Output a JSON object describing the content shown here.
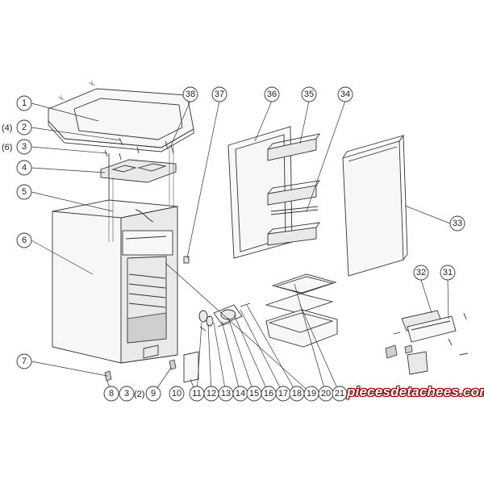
{
  "diagram": {
    "callouts": [
      {
        "id": "c1",
        "label": "1"
      },
      {
        "id": "c2",
        "label": "2"
      },
      {
        "id": "c3",
        "label": "3"
      },
      {
        "id": "c4",
        "label": "4"
      },
      {
        "id": "c5",
        "label": "5"
      },
      {
        "id": "c6",
        "label": "6"
      },
      {
        "id": "c7",
        "label": "7"
      },
      {
        "id": "c8",
        "label": "8"
      },
      {
        "id": "c3b",
        "label": "3"
      },
      {
        "id": "c9",
        "label": "9"
      },
      {
        "id": "c10",
        "label": "10"
      },
      {
        "id": "c11",
        "label": "11"
      },
      {
        "id": "c12",
        "label": "12"
      },
      {
        "id": "c13",
        "label": "13"
      },
      {
        "id": "c14",
        "label": "14"
      },
      {
        "id": "c15",
        "label": "15"
      },
      {
        "id": "c16",
        "label": "16"
      },
      {
        "id": "c17",
        "label": "17"
      },
      {
        "id": "c18",
        "label": "18"
      },
      {
        "id": "c19",
        "label": "19"
      },
      {
        "id": "c20",
        "label": "20"
      },
      {
        "id": "c21",
        "label": "21"
      },
      {
        "id": "c31",
        "label": "31"
      },
      {
        "id": "c32",
        "label": "32"
      },
      {
        "id": "c33",
        "label": "33"
      },
      {
        "id": "c34",
        "label": "34"
      },
      {
        "id": "c35",
        "label": "35"
      },
      {
        "id": "c36",
        "label": "36"
      },
      {
        "id": "c37",
        "label": "37"
      },
      {
        "id": "c38",
        "label": "38"
      }
    ],
    "quantities": [
      {
        "id": "q2",
        "text": "(4)"
      },
      {
        "id": "q3",
        "text": "(6)"
      },
      {
        "id": "q3b",
        "text": "(2)"
      }
    ]
  },
  "watermark": {
    "text": "piecesdetachees.com"
  }
}
